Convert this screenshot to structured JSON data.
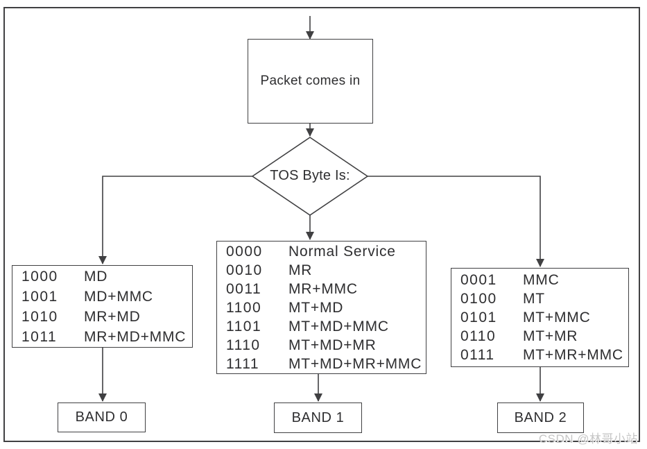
{
  "diagram": {
    "start_label": "Packet comes in",
    "decision_label": "TOS Byte Is:",
    "branches": {
      "left": {
        "rows": [
          {
            "code": "1000",
            "label": "MD"
          },
          {
            "code": "1001",
            "label": "MD+MMC"
          },
          {
            "code": "1010",
            "label": "MR+MD"
          },
          {
            "code": "1011",
            "label": "MR+MD+MMC"
          }
        ],
        "band_label": "BAND 0"
      },
      "middle": {
        "rows": [
          {
            "code": "0000",
            "label": "Normal Service"
          },
          {
            "code": "0010",
            "label": "MR"
          },
          {
            "code": "0011",
            "label": "MR+MMC"
          },
          {
            "code": "1100",
            "label": "MT+MD"
          },
          {
            "code": "1101",
            "label": "MT+MD+MMC"
          },
          {
            "code": "1110",
            "label": "MT+MD+MR"
          },
          {
            "code": "1111",
            "label": "MT+MD+MR+MMC"
          }
        ],
        "band_label": "BAND 1"
      },
      "right": {
        "rows": [
          {
            "code": "0001",
            "label": "MMC"
          },
          {
            "code": "0100",
            "label": "MT"
          },
          {
            "code": "0101",
            "label": "MT+MMC"
          },
          {
            "code": "0110",
            "label": "MT+MR"
          },
          {
            "code": "0111",
            "label": "MT+MR+MMC"
          }
        ],
        "band_label": "BAND 2"
      }
    },
    "watermark": "CSDN @林哥小站"
  },
  "colors": {
    "line": "#404042",
    "text": "#2e2e30",
    "watermark": "#c6c6c6",
    "background": "#ffffff"
  }
}
